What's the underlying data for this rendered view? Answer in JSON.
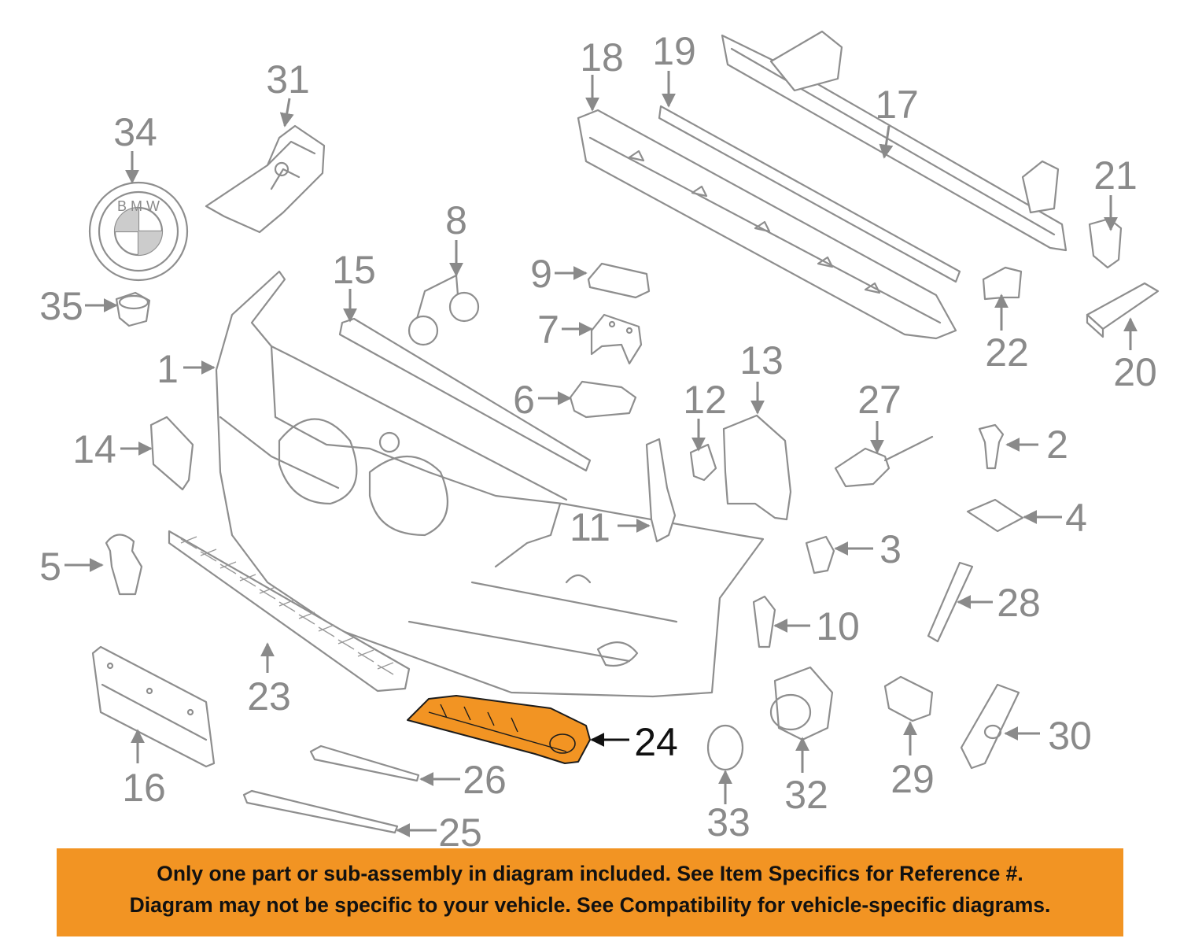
{
  "diagram": {
    "highlight_color": "#f29423",
    "highlighted_part": "24",
    "callouts": {
      "c1": "1",
      "c2": "2",
      "c3": "3",
      "c4": "4",
      "c5": "5",
      "c6": "6",
      "c7": "7",
      "c8": "8",
      "c9": "9",
      "c10": "10",
      "c11": "11",
      "c12": "12",
      "c13": "13",
      "c14": "14",
      "c15": "15",
      "c16": "16",
      "c17": "17",
      "c18": "18",
      "c19": "19",
      "c20": "20",
      "c21": "21",
      "c22": "22",
      "c23": "23",
      "c24": "24",
      "c25": "25",
      "c26": "26",
      "c27": "27",
      "c28": "28",
      "c29": "29",
      "c30": "30",
      "c31": "31",
      "c32": "32",
      "c33": "33",
      "c34": "34",
      "c35": "35"
    },
    "emblem_text": "B M W"
  },
  "disclaimer": {
    "line1": "Only one part or sub-assembly in diagram included. See Item Specifics for Reference #.",
    "line2": "Diagram may not be specific to your vehicle. See Compatibility for vehicle-specific diagrams.",
    "background": "#f29423"
  }
}
